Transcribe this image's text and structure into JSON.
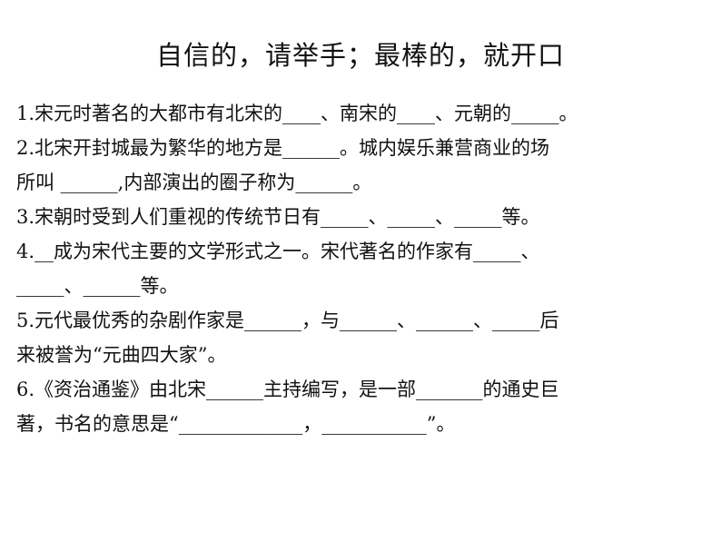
{
  "title": "自信的，请举手；最棒的，就开口",
  "lines": [
    "1.宋元时著名的大都市有北宋的____、南宋的____、元朝的_____。",
    "2.北宋开封城最为繁华的地方是______。城内娱乐兼营商业的场",
    "所叫 ______,内部演出的圈子称为______。",
    "3.宋朝时受到人们重视的传统节日有_____、_____、_____等。",
    "4.__成为宋代主要的文学形式之一。宋代著名的作家有_____、",
    "_____、______等。",
    "5.元代最优秀的杂剧作家是______，与______、______、_____后",
    "来被誉为“元曲四大家”。",
    "6.《资治通鉴》由北宋______主持编写，是一部_______的通史巨",
    "著，书名的意思是“_____________，___________”。"
  ]
}
